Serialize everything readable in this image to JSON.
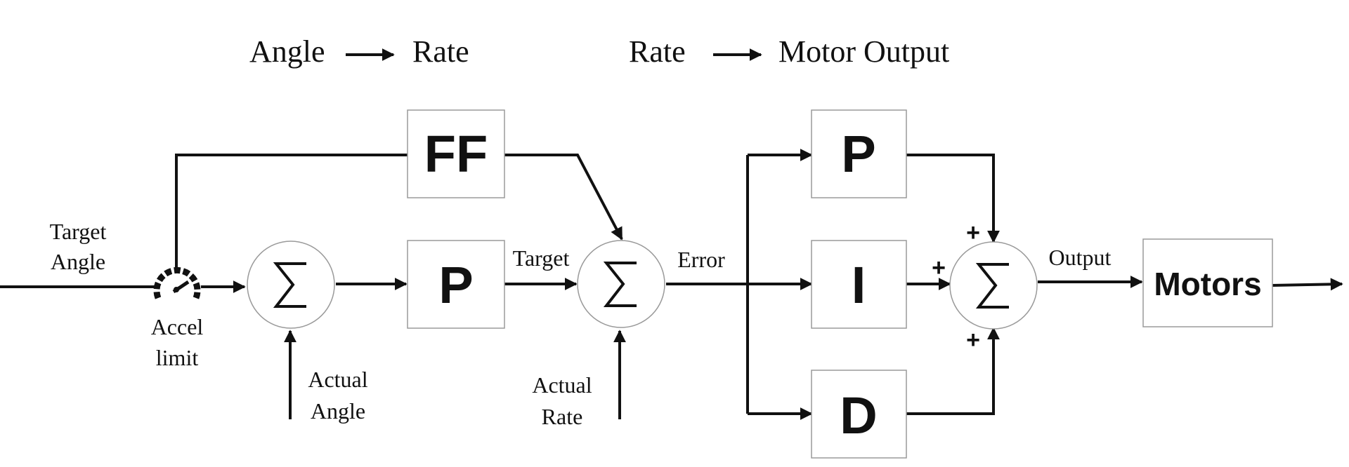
{
  "headings": {
    "left_from": "Angle",
    "left_to": "Rate",
    "right_from": "Rate",
    "right_to": "Motor Output"
  },
  "labels": {
    "target_angle_1": "Target",
    "target_angle_2": "Angle",
    "accel_limit_1": "Accel",
    "accel_limit_2": "limit",
    "actual_angle_1": "Actual",
    "actual_angle_2": "Angle",
    "target": "Target",
    "actual_rate_1": "Actual",
    "actual_rate_2": "Rate",
    "error": "Error",
    "output": "Output"
  },
  "blocks": {
    "ff": "FF",
    "angle_p": "P",
    "rate_p": "P",
    "rate_i": "I",
    "rate_d": "D",
    "motors": "Motors"
  },
  "signs": {
    "top": "+",
    "left": "+",
    "bottom": "+"
  },
  "icons": {
    "accel_limit": "gauge-icon",
    "summing_junction": "sigma-icon"
  }
}
